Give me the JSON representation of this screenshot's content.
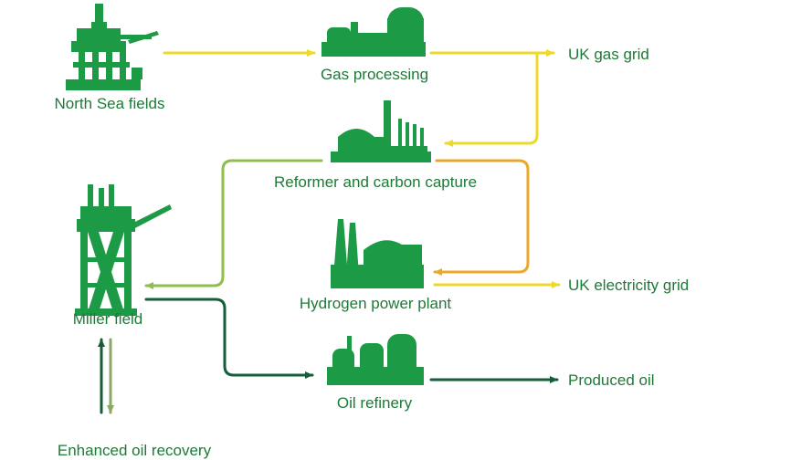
{
  "colors": {
    "icon_green": "#1d9a46",
    "label_green": "#1d7a36",
    "arrow_yellow": "#ecd92c",
    "arrow_orange": "#eba82a",
    "arrow_light_green": "#8fbe4a",
    "arrow_dark_green": "#165e3a",
    "arrow_grey_green": "#8aa865"
  },
  "nodes": {
    "north_sea_fields": {
      "label": "North Sea fields",
      "icon": "oil-platform-icon"
    },
    "gas_processing": {
      "label": "Gas processing",
      "icon": "gas-processing-plant-icon"
    },
    "uk_gas_grid": {
      "label": "UK gas grid"
    },
    "reformer": {
      "label": "Reformer and carbon capture",
      "icon": "reformer-plant-icon"
    },
    "miller_field": {
      "label": "Miller field",
      "icon": "offshore-rig-icon"
    },
    "hydrogen_plant": {
      "label": "Hydrogen power plant",
      "icon": "power-plant-icon"
    },
    "uk_electricity_grid": {
      "label": "UK electricity grid"
    },
    "oil_refinery": {
      "label": "Oil refinery",
      "icon": "refinery-icon"
    },
    "produced_oil": {
      "label": "Produced oil"
    },
    "enhanced_oil_recovery": {
      "label": "Enhanced oil recovery"
    }
  }
}
